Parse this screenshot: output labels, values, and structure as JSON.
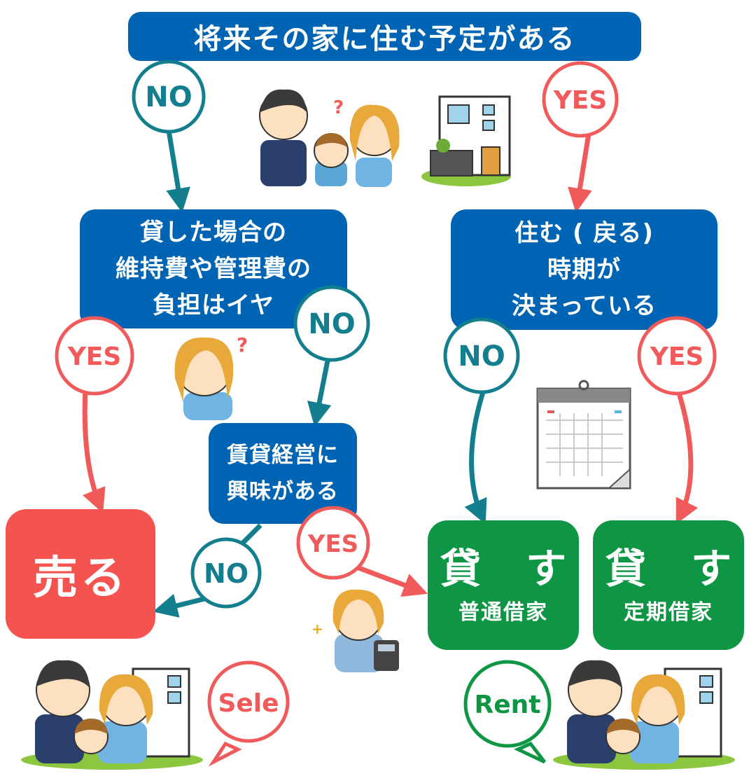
{
  "title": "将来その家に住む予定がある",
  "question_left": [
    "貸した場合の",
    "維持費や管理費の",
    "負担はイヤ"
  ],
  "question_right": [
    "住む ( 戻る)",
    "時期が",
    "決まっている"
  ],
  "question_middle": [
    "賃貸経営に",
    "興味がある"
  ],
  "outcome_sell": "売る",
  "outcome_rent_normal": {
    "main": "貸 す",
    "sub": "普通借家"
  },
  "outcome_rent_fixed": {
    "main": "貸 す",
    "sub": "定期借家"
  },
  "labels": {
    "no": "NO",
    "yes": "YES"
  },
  "speech_sell": "Sele",
  "speech_rent": "Rent",
  "colors": {
    "blue_box": "#0064b4",
    "no_color": "#137f8e",
    "yes_color": "#f05a5a",
    "sell_box": "#f5534f",
    "rent_box": "#0f9645"
  }
}
